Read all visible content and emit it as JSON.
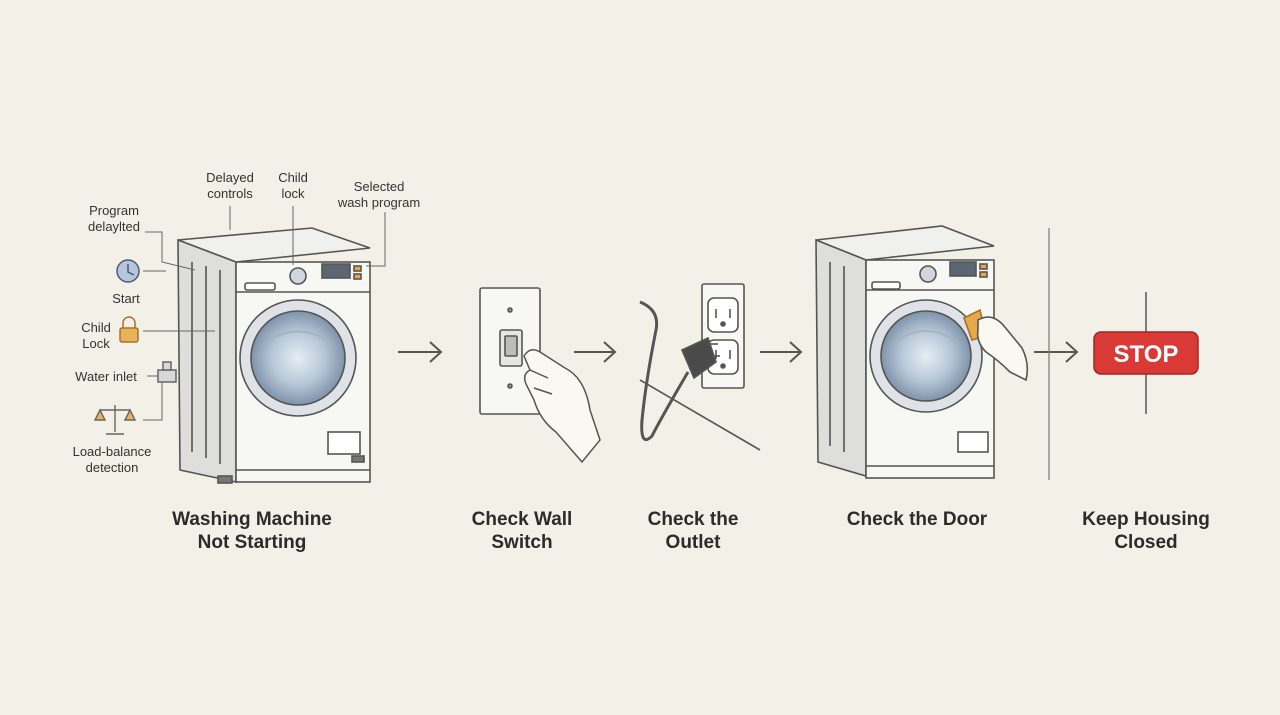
{
  "annotations": {
    "delayed_controls": [
      "Delayed",
      "controls"
    ],
    "child_lock_top": [
      "Child",
      "lock"
    ],
    "selected_program": [
      "Selected",
      "wash program"
    ],
    "program_delayed": [
      "Program",
      "delaylted"
    ],
    "start": "Start",
    "child_lock_side": [
      "Child",
      "Lock"
    ],
    "water_inlet": "Water inlet",
    "load_balance": [
      "Load-balance",
      "detection"
    ]
  },
  "steps": [
    {
      "lines": [
        "Washing Machine",
        "Not Starting"
      ],
      "icon": "washing-machine-icon"
    },
    {
      "lines": [
        "Check Wall",
        "Switch"
      ],
      "icon": "wall-switch-icon"
    },
    {
      "lines": [
        "Check the",
        "Outlet"
      ],
      "icon": "outlet-plug-icon"
    },
    {
      "lines": [
        "Check the Door"
      ],
      "icon": "door-check-icon"
    },
    {
      "lines": [
        "Keep Housing",
        "Closed"
      ],
      "icon": "stop-sign-icon"
    }
  ],
  "stop_sign": {
    "text": "STOP",
    "color": "#d93a36"
  },
  "colors": {
    "accent": "#e8a94a",
    "drum": "#8ea4bd",
    "stop": "#d93a36"
  }
}
